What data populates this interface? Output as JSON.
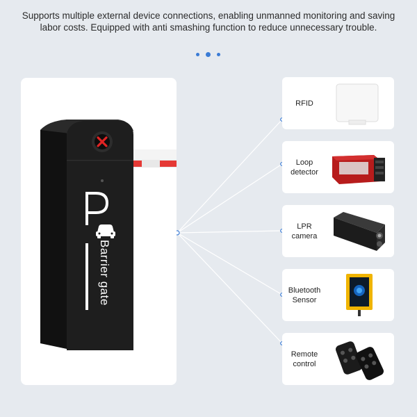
{
  "headline": "Supports multiple external device connections, enabling unmanned monitoring and saving labor costs. Equipped with anti smashing function to reduce unnecessary trouble.",
  "pagination": {
    "count": 3,
    "active": 1
  },
  "gate": {
    "sign_letter": "P",
    "label": "Barrier gate",
    "status_icon": "x-mark-icon",
    "body_color": "#1c1c1c",
    "boom_colors": [
      "#ffffff",
      "#e53935"
    ]
  },
  "devices": [
    {
      "label": "RFID",
      "icon": "rfid-reader-icon"
    },
    {
      "label": "Loop detector",
      "icon": "loop-detector-icon"
    },
    {
      "label": "LPR camera",
      "icon": "lpr-camera-icon"
    },
    {
      "label": "Bluetooth Sensor",
      "icon": "bluetooth-sensor-icon"
    },
    {
      "label": "Remote control",
      "icon": "remote-control-icon"
    }
  ],
  "colors": {
    "accent": "#3a7bd5",
    "connector": "#ffffff",
    "background": "#e6eaef"
  }
}
